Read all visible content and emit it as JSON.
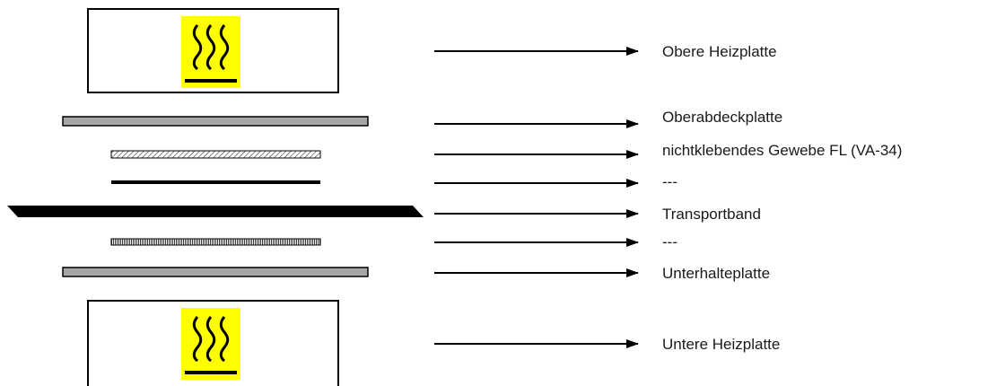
{
  "colors": {
    "heat_symbol_bg": "#ffff00",
    "plate_fill": "#a6a6a6",
    "line": "#000000"
  },
  "icons": {
    "upper": "hot-surface-icon",
    "lower": "hot-surface-icon"
  },
  "labels": {
    "upper_heating_plate": "Obere Heizplatte",
    "upper_cover_plate": "Oberabdeckplatte",
    "non_adhesive_fabric": "nichtklebendes Gewebe FL (VA-34)",
    "layer_dash_1": "---",
    "conveyor_belt": "Transportband",
    "layer_dash_2": "---",
    "lower_holding_plate": "Unterhalteplatte",
    "lower_heating_plate": "Untere Heizplatte"
  }
}
